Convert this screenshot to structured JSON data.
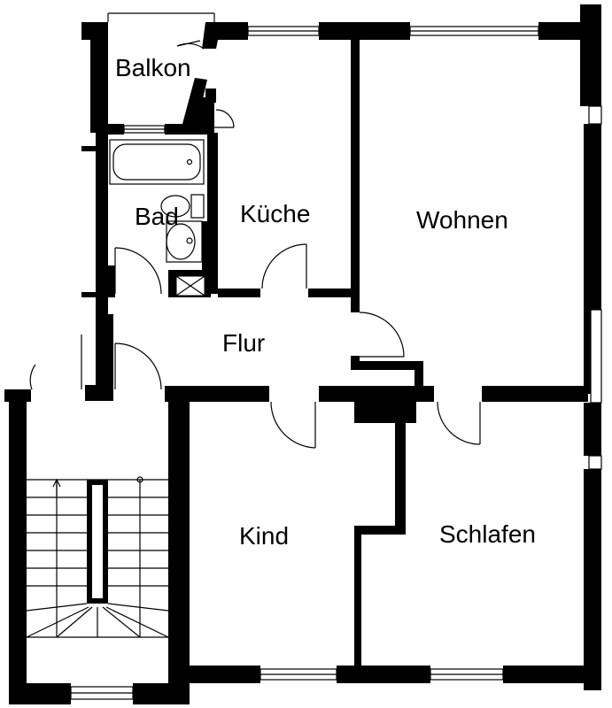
{
  "floor_plan": {
    "rooms": {
      "balkon": "Balkon",
      "bad": "Bad",
      "kueche": "Küche",
      "wohnen": "Wohnen",
      "flur": "Flur",
      "kind": "Kind",
      "schlafen": "Schlafen"
    },
    "colors": {
      "wall": "#000000",
      "background": "#ffffff"
    }
  }
}
